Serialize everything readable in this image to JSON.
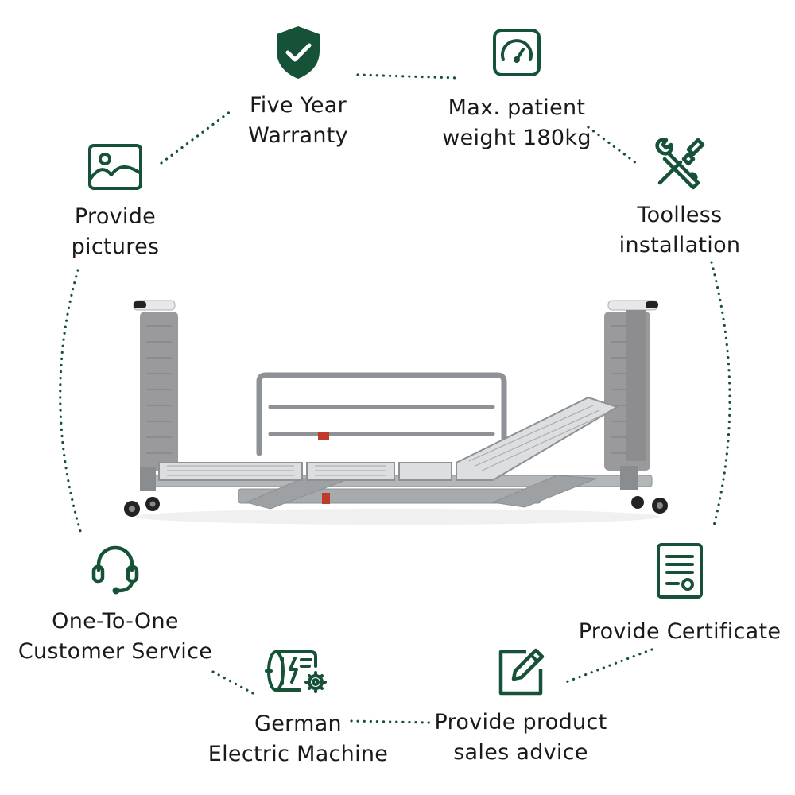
{
  "colors": {
    "accent": "#155238",
    "text": "#1a1a1a",
    "frame": "#9b9ea1",
    "upholstery": "#9a9a9d"
  },
  "product_image": {
    "name": "low hospital bed with side rail"
  },
  "features": [
    {
      "id": "warranty",
      "label": "Five Year\nWarranty",
      "icon": "shield-check-icon"
    },
    {
      "id": "weight",
      "label": "Max. patient\nweight 180kg",
      "icon": "gauge-icon"
    },
    {
      "id": "toolless",
      "label": "Toolless\ninstallation",
      "icon": "wrench-screwdriver-icon"
    },
    {
      "id": "certificate",
      "label": "Provide Certificate",
      "icon": "certificate-document-icon"
    },
    {
      "id": "sales",
      "label": "Provide product\nsales advice",
      "icon": "edit-pencil-icon"
    },
    {
      "id": "machine",
      "label": "German\nElectric Machine",
      "icon": "electric-motor-icon"
    },
    {
      "id": "service",
      "label": "One-To-One\nCustomer Service",
      "icon": "headset-icon"
    },
    {
      "id": "pictures",
      "label": "Provide\npictures",
      "icon": "picture-icon"
    }
  ]
}
